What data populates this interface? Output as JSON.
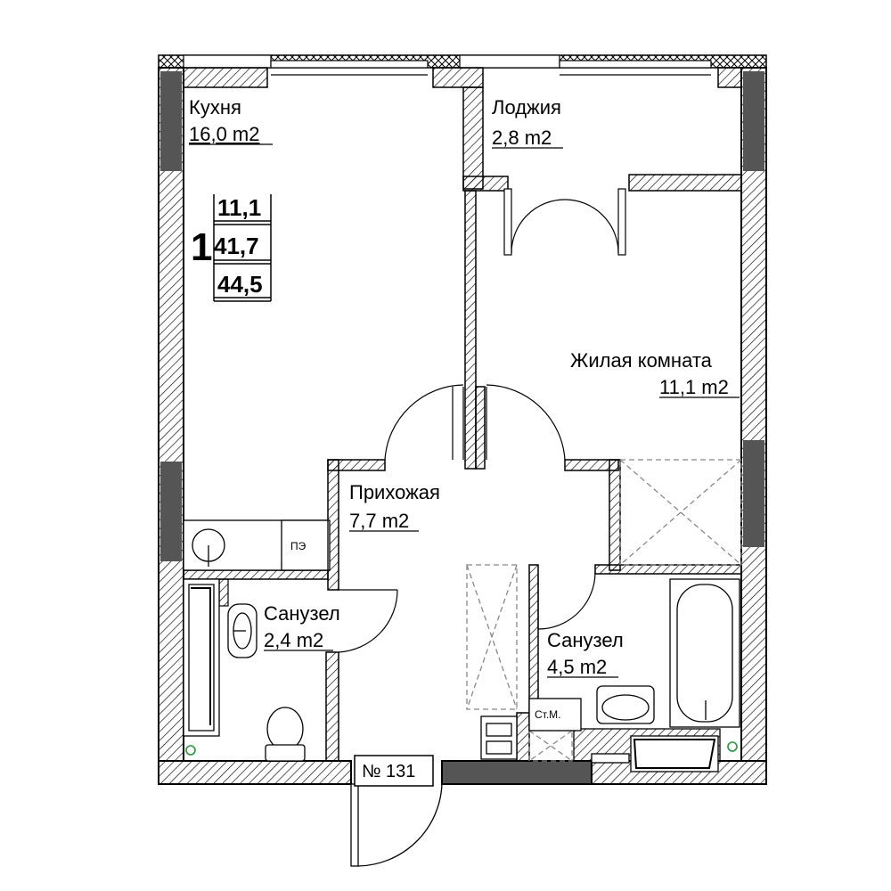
{
  "rooms": {
    "kitchen": {
      "name": "Кухня",
      "area": "16,0 m2"
    },
    "loggia": {
      "name": "Лоджия",
      "area": "2,8 m2"
    },
    "living": {
      "name": "Жилая комната",
      "area": "11,1 m2"
    },
    "hallway": {
      "name": "Прихожая",
      "area": "7,7 m2"
    },
    "bath_small": {
      "name": "Санузел",
      "area": "2,4 m2"
    },
    "bath_large": {
      "name": "Санузел",
      "area": "4,5 m2"
    }
  },
  "summary": {
    "rooms_count": "1",
    "living_area": "11,1",
    "total_area": "41,7",
    "total_with_loggia": "44,5"
  },
  "labels": {
    "stove": "ПЭ",
    "washer": "Ст.М.",
    "apartment_number": "№ 131"
  },
  "colors": {
    "wall": "#000000",
    "hatch": "#000000",
    "partition_dark": "#555555",
    "dashed": "#888888",
    "fixture_green": "#1a9e3a"
  }
}
